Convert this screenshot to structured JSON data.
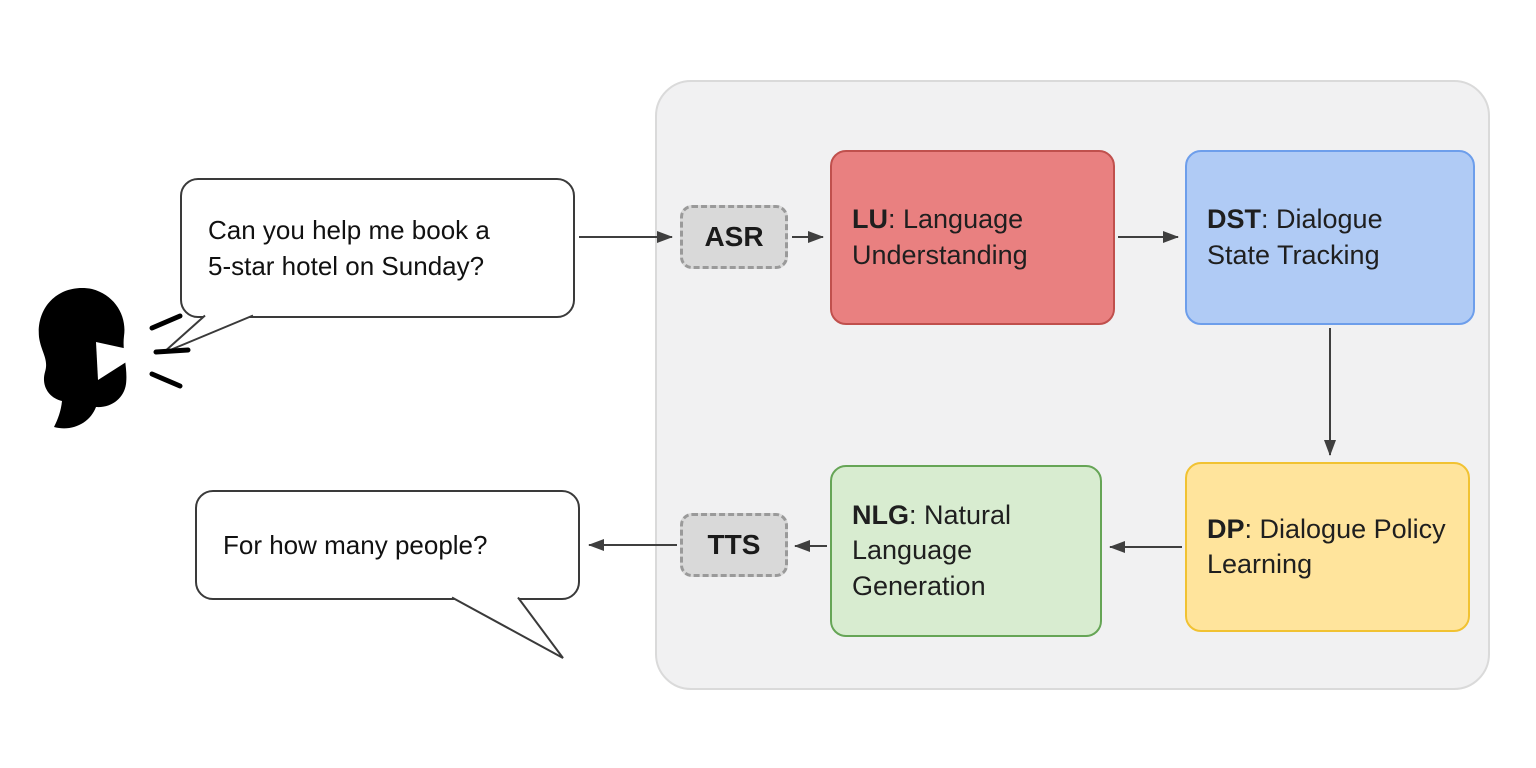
{
  "speech": {
    "user_bubble": "Can you help me book a\n5-star hotel on Sunday?",
    "system_bubble": "For how many people?"
  },
  "pipeline": {
    "asr": {
      "abbr": "ASR"
    },
    "lu": {
      "abbr": "LU",
      "rest": ": Language Understanding"
    },
    "dst": {
      "abbr": "DST",
      "rest": ": Dialogue State Tracking"
    },
    "dp": {
      "abbr": "DP",
      "rest": ": Dialogue Policy Learning"
    },
    "nlg": {
      "abbr": "NLG",
      "rest": ": Natural Language Generation"
    },
    "tts": {
      "abbr": "TTS"
    }
  },
  "icons": {
    "speaker": "speaking-head-silhouette"
  },
  "colors": {
    "lu_fill": "#e98080",
    "lu_border": "#c0504d",
    "dst_fill": "#b0cbf5",
    "dst_border": "#6d9eeb",
    "dp_fill": "#ffe49c",
    "dp_border": "#f1c232",
    "nlg_fill": "#d8ecd0",
    "nlg_border": "#66a556",
    "asr_tts_fill": "#d9d9d9",
    "asr_tts_border": "#9a9a9a",
    "panel_fill": "#f1f1f2",
    "arrow": "#3f3f3f"
  }
}
